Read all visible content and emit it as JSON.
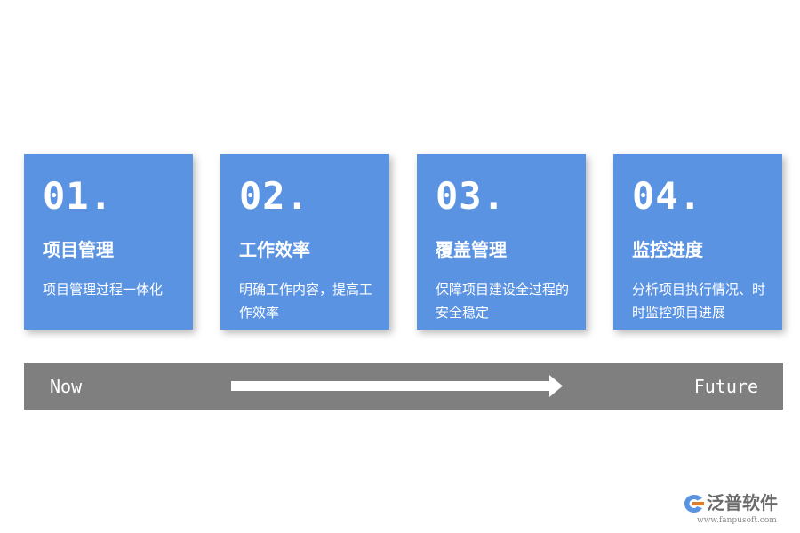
{
  "steps": [
    {
      "number": "01.",
      "title": "项目管理",
      "description": "项目管理过程一体化"
    },
    {
      "number": "02.",
      "title": "工作效率",
      "description": "明确工作内容，提高工作效率"
    },
    {
      "number": "03.",
      "title": "覆盖管理",
      "description": "保障项目建设全过程的安全稳定"
    },
    {
      "number": "04.",
      "title": "监控进度",
      "description": "分析项目执行情况、时时监控项目进展"
    }
  ],
  "timeline": {
    "start_label": "Now",
    "end_label": "Future"
  },
  "logo": {
    "brand": "泛普软件",
    "url": "www.fanpusoft.com"
  },
  "colors": {
    "card": "#5b93e3",
    "timeline": "#7f7f7f",
    "text": "#ffffff"
  }
}
